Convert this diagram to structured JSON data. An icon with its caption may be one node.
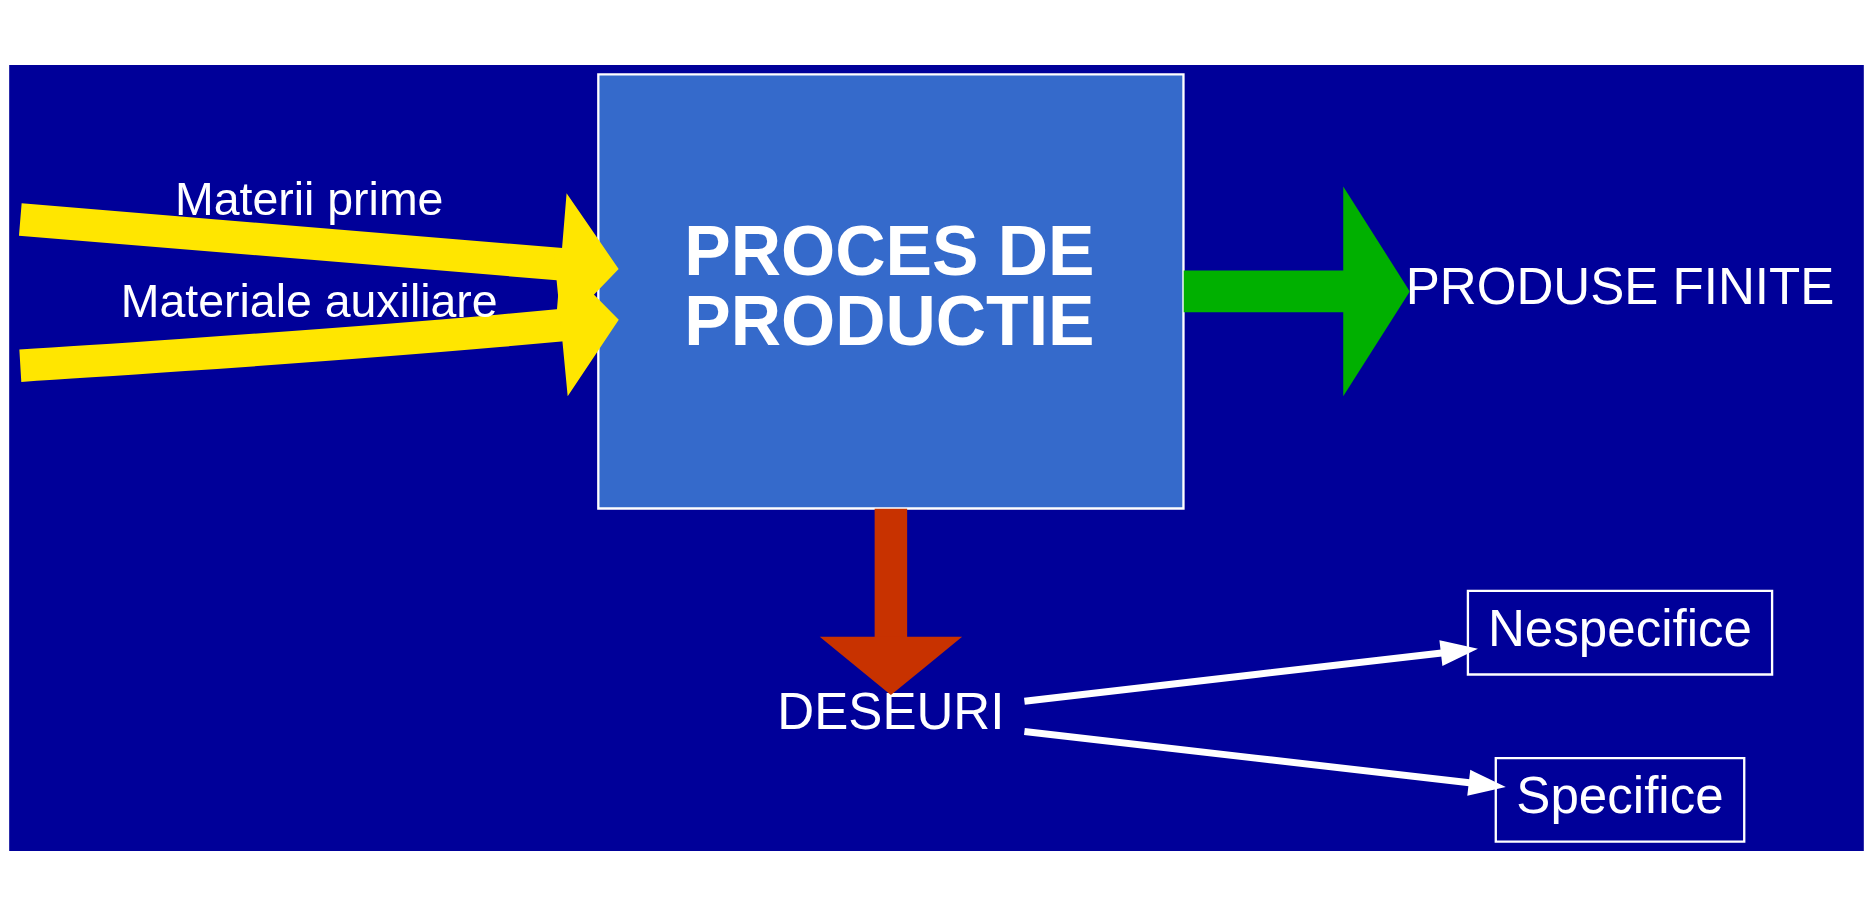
{
  "diagram": {
    "nodes": [
      {
        "text": [
          "PROCES DE PRODUCTIE"
        ]
      },
      {
        "text": [
          "PRODUSE FINITE"
        ]
      },
      {
        "text": [
          "DESEURI"
        ]
      },
      {
        "text": [
          "Nespecifice"
        ]
      },
      {
        "text": [
          "Specifice"
        ]
      }
    ],
    "edges": [
      {
        "from": null,
        "to": 0,
        "arrow": "to",
        "label": "Materii prime",
        "color": "#ffe600"
      },
      {
        "from": null,
        "to": 0,
        "arrow": "to",
        "label": "Materiale auxiliare",
        "color": "#ffe600"
      },
      {
        "from": 0,
        "to": 1,
        "arrow": "to",
        "color": "#00b000"
      },
      {
        "from": 0,
        "to": 2,
        "arrow": "to",
        "color": "#c83200"
      },
      {
        "from": 2,
        "to": 3,
        "arrow": "to",
        "color": "#ffffff"
      },
      {
        "from": 2,
        "to": 4,
        "arrow": "to",
        "color": "#ffffff"
      }
    ]
  }
}
